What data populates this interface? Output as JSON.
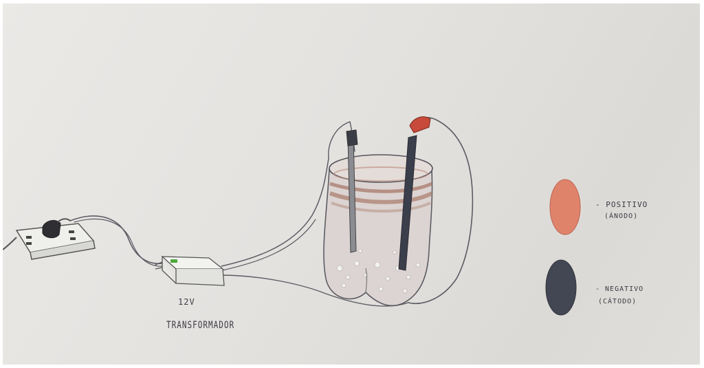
{
  "labels": {
    "transformer_voltage": "12V",
    "transformer": "TRANSFORMADOR",
    "legend_positive_line1": "- POSITIVO",
    "legend_positive_line2": "(ÁNODO)",
    "legend_negative_line1": "- NEGATIVO",
    "legend_negative_line2": "(CÁTODO)"
  },
  "colors": {
    "positive": "#e07a5f",
    "negative": "#3b3f4c",
    "paper": "#e6e4e1",
    "pencil": "#4a4a55"
  }
}
